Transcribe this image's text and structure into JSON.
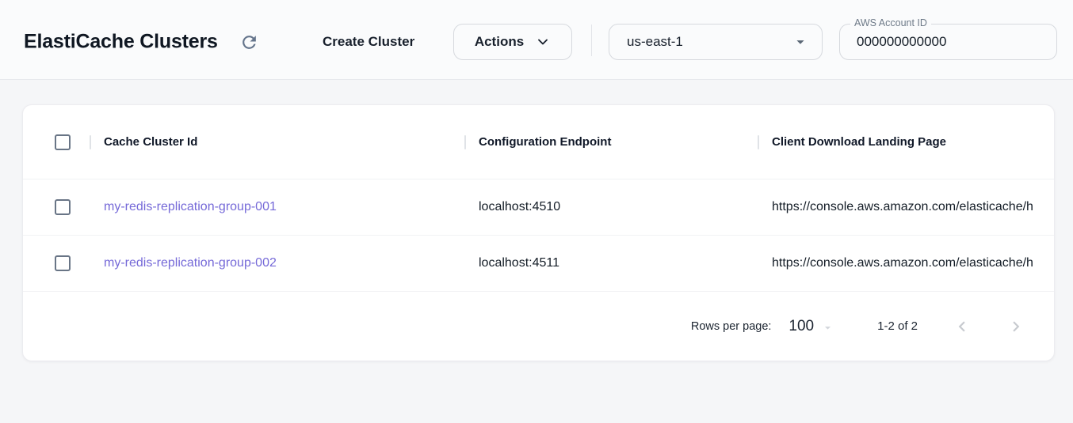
{
  "header": {
    "title": "ElastiCache Clusters",
    "create_button_label": "Create Cluster",
    "actions_button_label": "Actions",
    "region_select": {
      "value": "us-east-1"
    },
    "account_field": {
      "label": "AWS Account ID",
      "value": "000000000000"
    }
  },
  "table": {
    "columns": [
      "Cache Cluster Id",
      "Configuration Endpoint",
      "Client Download Landing Page"
    ],
    "rows": [
      {
        "cache_cluster_id": "my-redis-replication-group-001",
        "configuration_endpoint": "localhost:4510",
        "client_download_landing_page": "https://console.aws.amazon.com/elasticache/h"
      },
      {
        "cache_cluster_id": "my-redis-replication-group-002",
        "configuration_endpoint": "localhost:4511",
        "client_download_landing_page": "https://console.aws.amazon.com/elasticache/h"
      }
    ],
    "pagination": {
      "rows_per_page_label": "Rows per page:",
      "rows_per_page_value": "100",
      "range_label": "1-2 of 2"
    }
  },
  "colors": {
    "link": "#7569d8",
    "checkbox_border": "#697586",
    "icon_gray": "#64748b",
    "disabled_icon": "#c7cacf"
  },
  "icons": {
    "refresh": "⟳",
    "chevron_down": "⌄",
    "caret_down": "▾",
    "chevron_left": "‹",
    "chevron_right": "›",
    "checkbox_unchecked": "☐"
  }
}
